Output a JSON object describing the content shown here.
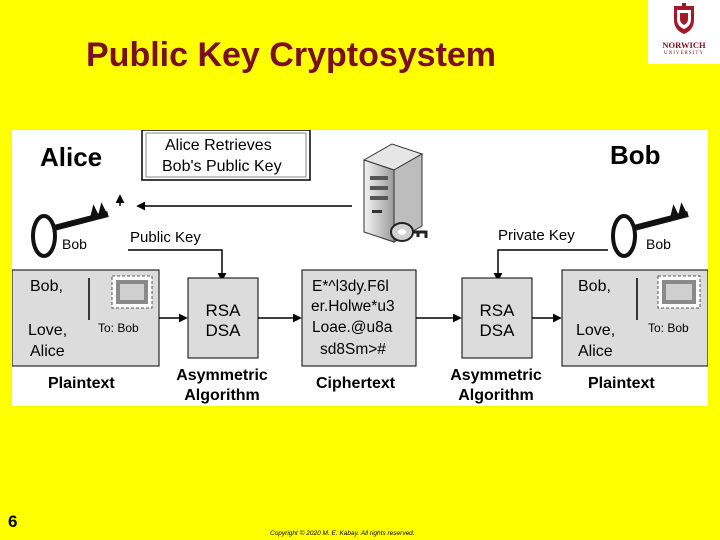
{
  "slide": {
    "title": "Public Key Cryptosystem",
    "number": "6",
    "copyright": "Copyright © 2020 M. E. Kabay. All rights reserved.",
    "logo_text": "NORWICH",
    "logo_subtext": "UNIVERSITY"
  },
  "diagram": {
    "alice_heading": "Alice",
    "bob_heading": "Bob",
    "retrieve_box_line1": "Alice Retrieves",
    "retrieve_box_line2": "Bob's Public Key",
    "public_key_label": "Public Key",
    "private_key_label": "Private Key",
    "key_tag_left": "Bob",
    "key_tag_right": "Bob",
    "letter_left": {
      "line1": "Bob,",
      "line2": "Love,",
      "line3": "Alice",
      "to": "To: Bob"
    },
    "letter_right": {
      "line1": "Bob,",
      "line2": "Love,",
      "line3": "Alice",
      "to": "To: Bob"
    },
    "algo_left": {
      "line1": "RSA",
      "line2": "DSA"
    },
    "algo_right": {
      "line1": "RSA",
      "line2": "DSA"
    },
    "cipher_lines": [
      "E*^l3dy.F6l",
      "er.Holwe*u3",
      "Loae.@u8a",
      "sd8Sm>#"
    ],
    "label_plaintext_left": "Plaintext",
    "label_asym_left_1": "Asymmetric",
    "label_asym_left_2": "Algorithm",
    "label_ciphertext": "Ciphertext",
    "label_asym_right_1": "Asymmetric",
    "label_asym_right_2": "Algorithm",
    "label_plaintext_right": "Plaintext"
  },
  "colors": {
    "background": "#ffff00",
    "title": "#7a0f1f",
    "panel": "#ffffff",
    "diagram_box": "#dcdcdc"
  },
  "icons": [
    "server-icon",
    "key-icon",
    "stamp-icon",
    "university-crest-icon"
  ]
}
